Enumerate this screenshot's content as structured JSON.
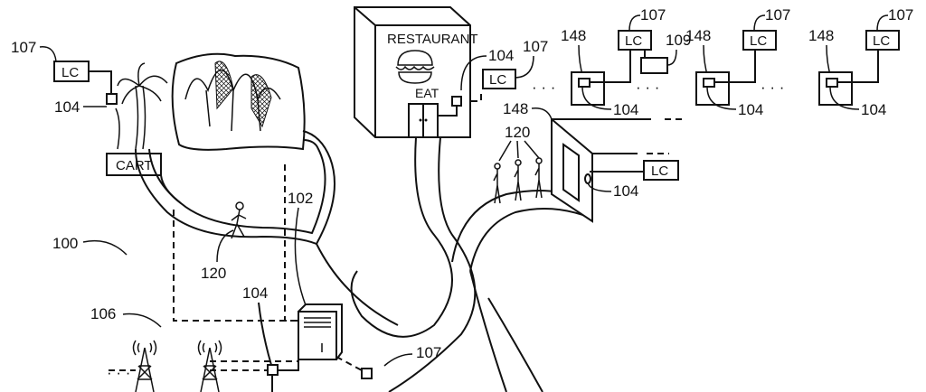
{
  "figure": {
    "system_ref": "100",
    "network_ref": "102",
    "towers_ref": "106",
    "lc_label": "LC",
    "cart_label": "CART",
    "restaurant_sign": "RESTAURANT",
    "eat_sign": "EAT",
    "refs": {
      "ref_107": "107",
      "ref_104": "104",
      "ref_148": "148",
      "ref_109": "109",
      "ref_120": "120"
    },
    "ellipsis": "· · ·"
  }
}
